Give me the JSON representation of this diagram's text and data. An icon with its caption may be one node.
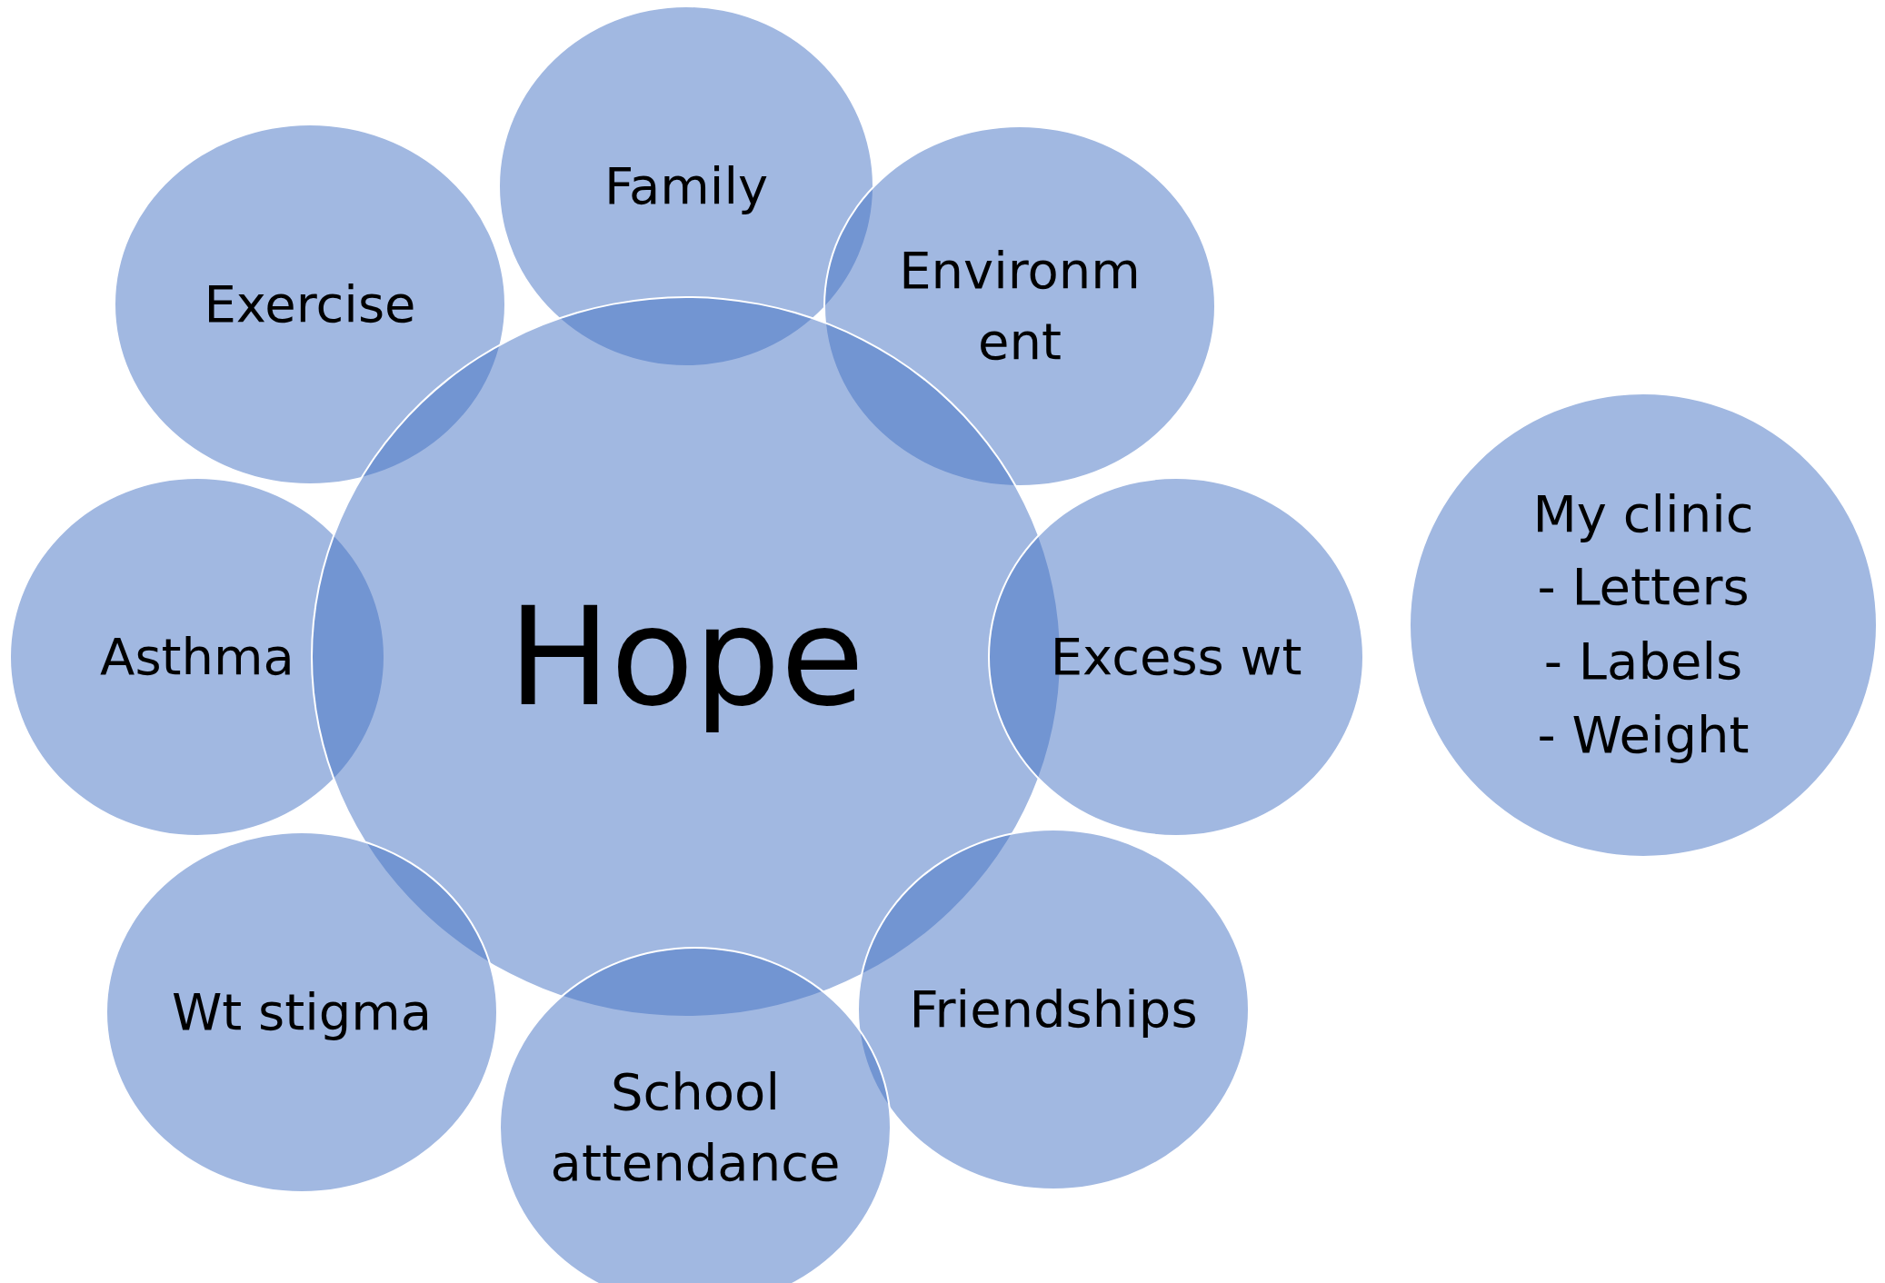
{
  "diagram": {
    "nodes": [
      {
        "text": [
          "Family"
        ]
      },
      {
        "text": [
          "Exercise"
        ]
      },
      {
        "text": [
          "Environment"
        ]
      },
      {
        "text": [
          "Asthma"
        ]
      },
      {
        "text": [
          "Hope"
        ]
      },
      {
        "text": [
          "Excess wt"
        ]
      },
      {
        "text": [
          "My clinic",
          "- Letters",
          "- Labels",
          "- Weight"
        ]
      },
      {
        "text": [
          "Wt stigma"
        ]
      },
      {
        "text": [
          "Friendships"
        ]
      },
      {
        "text": [
          "School attendance"
        ]
      }
    ],
    "edges": []
  }
}
